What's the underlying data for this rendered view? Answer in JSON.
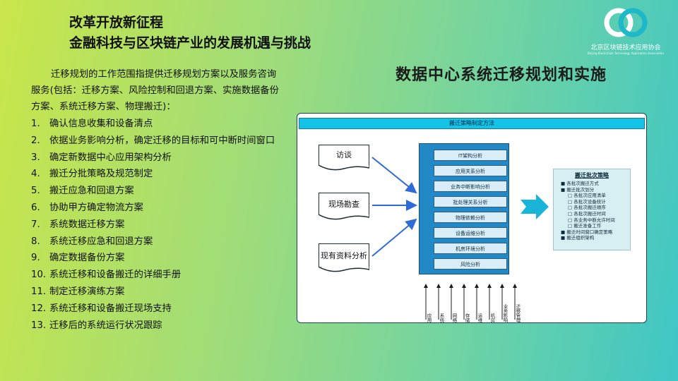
{
  "header": {
    "title_line1": "改革开放新征程",
    "title_line2": "金融科技与区块链产业的发展机遇与挑战"
  },
  "logo": {
    "name": "北京区块链技术应用协会",
    "subname": "Beijing Blockchain Technology Application Association",
    "color_primary": "#1fb8c9",
    "color_ring": "#ffffff"
  },
  "section_title": "数据中心系统迁移规划和实施",
  "intro": "迁移规划的工作范围指提供迁移规划方案以及服务咨询服务(包括：迁移方案、风险控制和回退方案、实施数据备份方案、系统迁移方案、物理搬迁)：",
  "steps": [
    {
      "num": "1.",
      "text": "确认信息收集和设备清点"
    },
    {
      "num": "2.",
      "text": "依据业务影响分析，确定迁移的目标和可中断时间窗口"
    },
    {
      "num": "3.",
      "text": "确定新数据中心应用架构分析"
    },
    {
      "num": "4.",
      "text": "搬迁分批策略及规范制定"
    },
    {
      "num": "5.",
      "text": "搬迁应急和回退方案"
    },
    {
      "num": "6.",
      "text": "协助甲方确定物流方案"
    },
    {
      "num": "7.",
      "text": "系统数据迁移方案"
    },
    {
      "num": "8.",
      "text": "系统迁移应急和回退方案"
    },
    {
      "num": "9.",
      "text": "确定数据备份方案"
    },
    {
      "num": "10.",
      "text": "系统迁移和设备搬迁的详细手册"
    },
    {
      "num": "11.",
      "text": "制定迁移演练方案"
    },
    {
      "num": "12.",
      "text": "系统迁移和设备搬迁现场支持"
    },
    {
      "num": "13.",
      "text": "迁移后的系统运行状况跟踪"
    }
  ],
  "diagram": {
    "header": "搬迁策略制定方法",
    "inputs": [
      "访谈",
      "现场勘查",
      "现有资料分析"
    ],
    "analysis": [
      "IT架构分析",
      "应用关系分析",
      "业务中断影响分析",
      "批处理关系分析",
      "物理依赖分析",
      "设备运维分析",
      "机房环境分析",
      "风险分析"
    ],
    "outputs": [
      "应用",
      "系统",
      "网络",
      "存储",
      "运维",
      "机房",
      "业务影响",
      "迁移管理"
    ],
    "strategy": {
      "title": "搬迁批次策略",
      "items": [
        {
          "text": "各批次搬迁方式",
          "level": 1
        },
        {
          "text": "搬迁批次划分",
          "level": 1
        },
        {
          "text": "各批次应用清单",
          "level": 2
        },
        {
          "text": "各批次设备统计",
          "level": 2
        },
        {
          "text": "各批次搬迁顺序",
          "level": 2
        },
        {
          "text": "各批次搬迁时间",
          "level": 2
        },
        {
          "text": "各业务中断允许时间",
          "level": 2
        },
        {
          "text": "搬迁准备工作",
          "level": 2
        },
        {
          "text": "搬迁时间窗口确定策略",
          "level": 1
        },
        {
          "text": "搬迁组织架构",
          "level": 1
        }
      ]
    },
    "colors": {
      "panel": "#2389c6",
      "header": "#15c3e6",
      "arrow": "#2f6bd6",
      "big_arrow": "#19b4d8"
    }
  }
}
